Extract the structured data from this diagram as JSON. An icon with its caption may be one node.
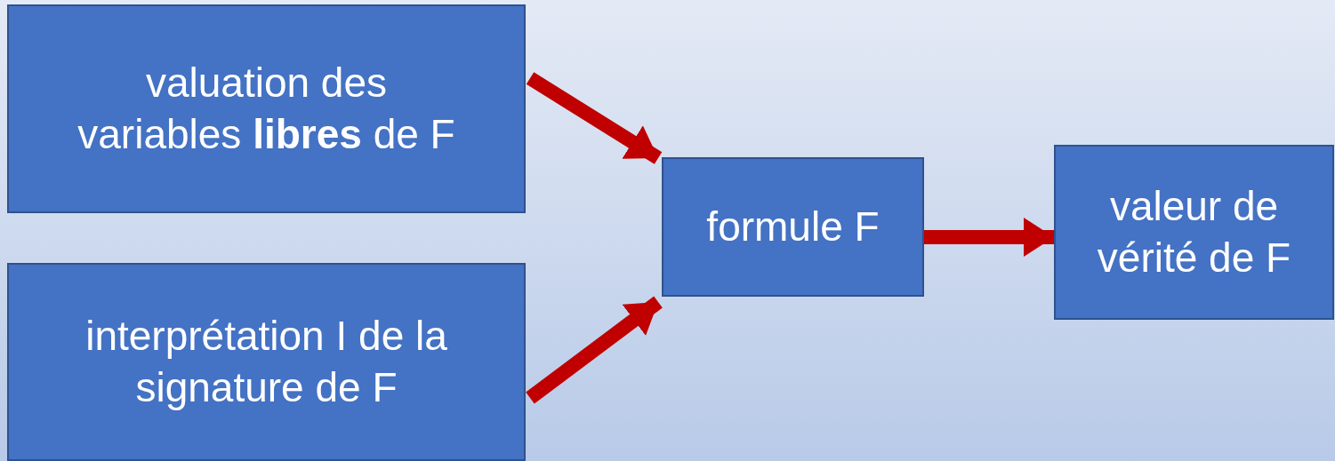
{
  "diagram": {
    "nodes": [
      {
        "text": [
          "valuation des variables **libres** de F"
        ]
      },
      {
        "text": [
          "interprétation I de la signature de F"
        ]
      },
      {
        "text": [
          "formule F"
        ]
      },
      {
        "text": [
          "valeur de vérité de F"
        ]
      }
    ],
    "edges": [
      {
        "from": 0,
        "to": 2,
        "arrow": "to"
      },
      {
        "from": 1,
        "to": 2,
        "arrow": "to"
      },
      {
        "from": 2,
        "to": 3,
        "arrow": "to"
      }
    ]
  }
}
